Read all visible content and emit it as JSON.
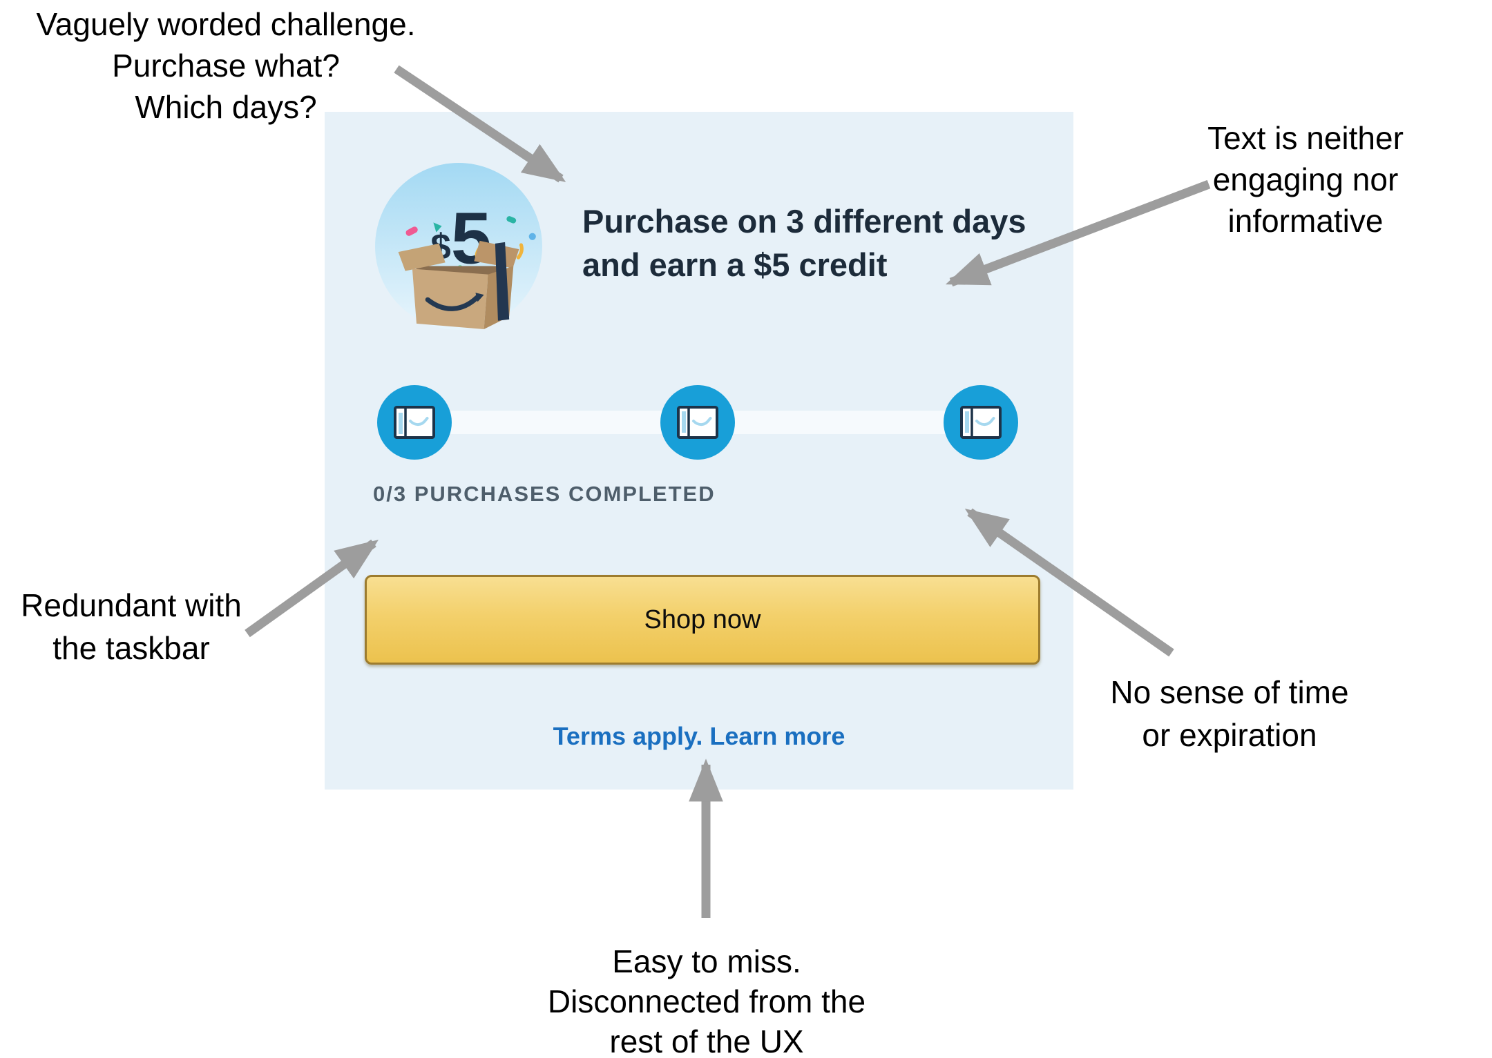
{
  "card": {
    "badge_currency": "$",
    "badge_amount": "5",
    "title": "Purchase on 3 different days and earn a $5 credit",
    "progress_completed": 0,
    "progress_total": 3,
    "progress_label": "0/3 PURCHASES COMPLETED",
    "shop_button_label": "Shop now",
    "terms_link_label": "Terms apply. Learn more"
  },
  "annotations": {
    "vague_challenge": {
      "lines": [
        "Vaguely worded challenge.",
        "Purchase what?",
        "Which days?"
      ]
    },
    "text_not_engaging": {
      "lines": [
        "Text is neither",
        "engaging nor",
        "informative"
      ]
    },
    "redundant_taskbar": {
      "lines": [
        "Redundant with",
        "the taskbar"
      ]
    },
    "no_expiration": {
      "lines": [
        "No sense of time",
        "or expiration"
      ]
    },
    "easy_to_miss": {
      "lines": [
        "Easy to miss.",
        "Disconnected from the",
        "rest of the UX"
      ]
    }
  },
  "icons": {
    "badge": "gift-box-five-dollar-icon",
    "step": "gift-card-smile-icon"
  },
  "colors": {
    "card_background": "#e7f1f8",
    "heading_navy": "#1c2b3a",
    "progress_blue": "#189fd8",
    "muted_label": "#4e5e6b",
    "button_gold_top": "#f8df92",
    "button_gold_bottom": "#ecc24e",
    "button_border": "#9d7c2e",
    "link_blue": "#1a6fc0",
    "arrow_gray": "#9d9d9d"
  }
}
